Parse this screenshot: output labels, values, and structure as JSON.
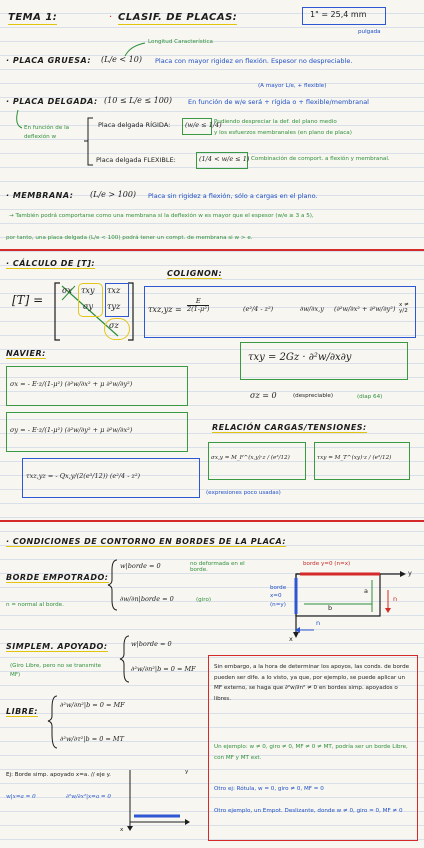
{
  "header": {
    "tema": "TEMA 1:",
    "clasif": "CLASIF. DE PLACAS:",
    "inch": "1\" = 25,4 mm",
    "pulgada": "pulgada",
    "longitud": "Longitud Característica"
  },
  "gruesa": {
    "label": "· PLACA GRUESA:",
    "cond": "(L/e < 10)",
    "desc": "Placa con mayor rigidez en flexión. Espesor no despreciable."
  },
  "delgada": {
    "label": "· PLACA DELGADA:",
    "cond": "(10 ≤ L/e ≤ 100)",
    "desc": "En función de w/e será + rígida o + flexible/membranal",
    "note": "(A mayor L/e, + flexible)",
    "side_note": "En función de la deflexión w",
    "rigida_label": "Placa delgada RÍGIDA:",
    "rigida_cond": "(w/e ≤ 1/4)",
    "rigida_desc1": "Pudiendo despreciar la def. del plano medio",
    "rigida_desc2": "y los esfuerzos membranales (en plano de placa)",
    "flexible_label": "Placa delgada FLEXIBLE:",
    "flexible_cond": "(1/4 < w/e ≤ 1)",
    "flexible_desc": "Combinación de comport. a flexión y membranal."
  },
  "membrana": {
    "label": "· MEMBRANA:",
    "cond": "(L/e > 100)",
    "desc": "Placa sin rigidez a flexión, sólo a cargas en el plano.",
    "note1": "→ También podrá comportarse como una membrana si la deflexión w es mayor que el espesor (w/e ≥ 3 a 5),",
    "note2": "por tanto, una placa delgada (L/e < 100) podrá tener un compt. de membrana si w > e."
  },
  "calculo": {
    "title": "· CÁLCULO DE [T]:",
    "T": "[T] =",
    "sx": "σx",
    "txy": "τxy",
    "txz": "τxz",
    "sy": "σy",
    "tyz": "τyz",
    "sz": "σz",
    "colignon": "COLIGNON:",
    "colig_lhs": "τxz,yz =",
    "colig_num": "E",
    "colig_den": "2(1-μ²)",
    "colig_mid": "(e²/4 - z²)",
    "colig_d1": "∂w/∂x,y",
    "colig_bracket": "(∂²w/∂x² + ∂²w/∂y²)",
    "colig_lim": "x ≠ y/2",
    "navier": "NAVIER:",
    "sx_eq": "σx = - E·z/(1-μ²) (∂²w/∂x² + μ ∂²w/∂y²)",
    "sy_eq": "σy = - E·z/(1-μ²) (∂²w/∂y² + μ ∂²w/∂x²)",
    "txy_eq": "τxy = 2Gz · ∂²w/∂x∂y",
    "sz_eq": "σz = 0",
    "sz_note": "(despreciable)",
    "sz_ref": "(diap 64)",
    "txyz_eq": "τxz,yz = - Qx,y/(2(e³/12)) (e²/4 - z²)",
    "relacion": "RELACIÓN CARGAS/TENSIONES:",
    "rel1": "σx,y = M_F^(x,y)·z / (e³/12)",
    "rel2": "τxy = M_T^(xy)·z / (e³/12)",
    "expresiones": "(expresiones poco usadas)"
  },
  "contorno": {
    "title": "· CONDICIONES DE CONTORNO EN BORDES DE LA PLACA:",
    "empotrado": "BORDE EMPOTRADO:",
    "emp_c1": "w|borde = 0",
    "emp_c1_note": "no deformada en el borde.",
    "emp_c2": "∂w/∂n|borde = 0",
    "emp_c2_note": "(giro)",
    "normal": "n = normal al borde.",
    "apoyado": "SIMPLEM. APOYADO:",
    "apo_note": "(Giro Libre, pero no se transmite MF)",
    "apo_c1": "w|borde = 0",
    "apo_c2": "∂²w/∂n²|b = 0 = MF",
    "libre": "LIBRE:",
    "lib_c1": "∂²w/∂n²|b = 0 = MF",
    "lib_c2": "∂²w/∂τ²|b = 0 = MT",
    "ej": "Ej: Borde simp. apoyado x=a. // eje y.",
    "ej_c1": "w|x=a = 0",
    "ej_c2": "∂²w/∂x²|x=a = 0",
    "diag_borde_top": "borde y=0 (n=x)",
    "diag_borde_left": "borde x=0 (n=y)",
    "diag_b": "b",
    "diag_a": "a",
    "diag_x": "x",
    "diag_y": "y",
    "diag_n": "n",
    "box_p1": "Sin embargo, a la hora de determinar los apoyos, las conds. de borde pueden ser dife. a lo visto, ya que, por ejemplo, se puede aplicar un MF externo, se haga que ∂²w/∂n² ≠ 0 en bordes simp. apoyados o libres.",
    "box_p2": "Un ejemplo: w ≠ 0, giro ≠ 0, MF ≠ 0 ≠ MT, podría ser un borde Libre, con MF y MT ext.",
    "box_p3": "Otro ej: Rótula, w = 0, giro ≠ 0, MF = 0",
    "box_p4": "Otro ejemplo, un Empot. Deslizante, donde w ≠ 0, giro = 0, MF ≠ 0"
  },
  "colors": {
    "line": "#d42a2a",
    "green": "#2f8f3a",
    "blue": "#1f4fc6",
    "yellow": "#e2c40e"
  }
}
